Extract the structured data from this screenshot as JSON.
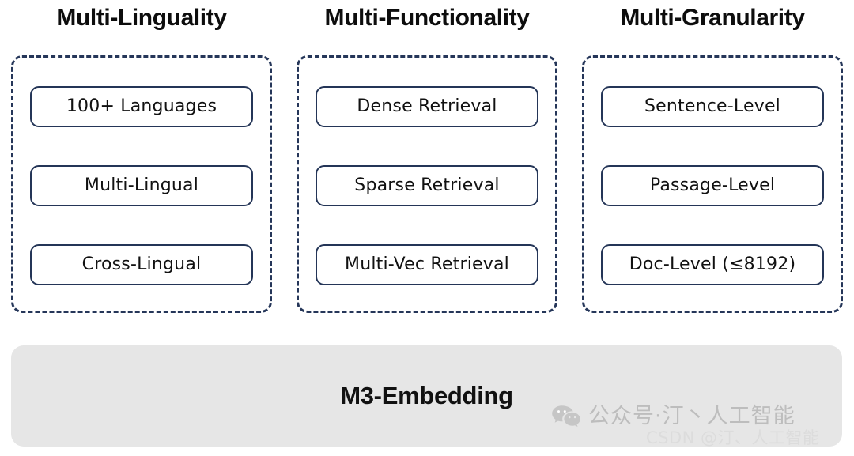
{
  "columns": [
    {
      "title": "Multi-Linguality",
      "items": [
        {
          "label": "100+ Languages"
        },
        {
          "label": "Multi-Lingual"
        },
        {
          "label": "Cross-Lingual"
        }
      ]
    },
    {
      "title": "Multi-Functionality",
      "items": [
        {
          "label": "Dense Retrieval"
        },
        {
          "label": "Sparse Retrieval"
        },
        {
          "label": "Multi-Vec Retrieval"
        }
      ]
    },
    {
      "title": "Multi-Granularity",
      "items": [
        {
          "label": "Sentence-Level"
        },
        {
          "label": "Passage-Level"
        },
        {
          "label": "Doc-Level (≤8192)"
        }
      ]
    }
  ],
  "footer": {
    "title": "M3-Embedding",
    "background_color": "#e6e6e6"
  },
  "watermarks": {
    "wechat": {
      "icon": "wechat-icon",
      "text": "公众号·汀丶人工智能",
      "color": "#bdbdbd"
    },
    "csdn": {
      "text": "CSDN @汀、人工智能",
      "color": "#dcdcdc"
    }
  },
  "colors": {
    "border_navy": "#243557",
    "title_black": "#0d0d0d",
    "page_background": "#ffffff"
  }
}
